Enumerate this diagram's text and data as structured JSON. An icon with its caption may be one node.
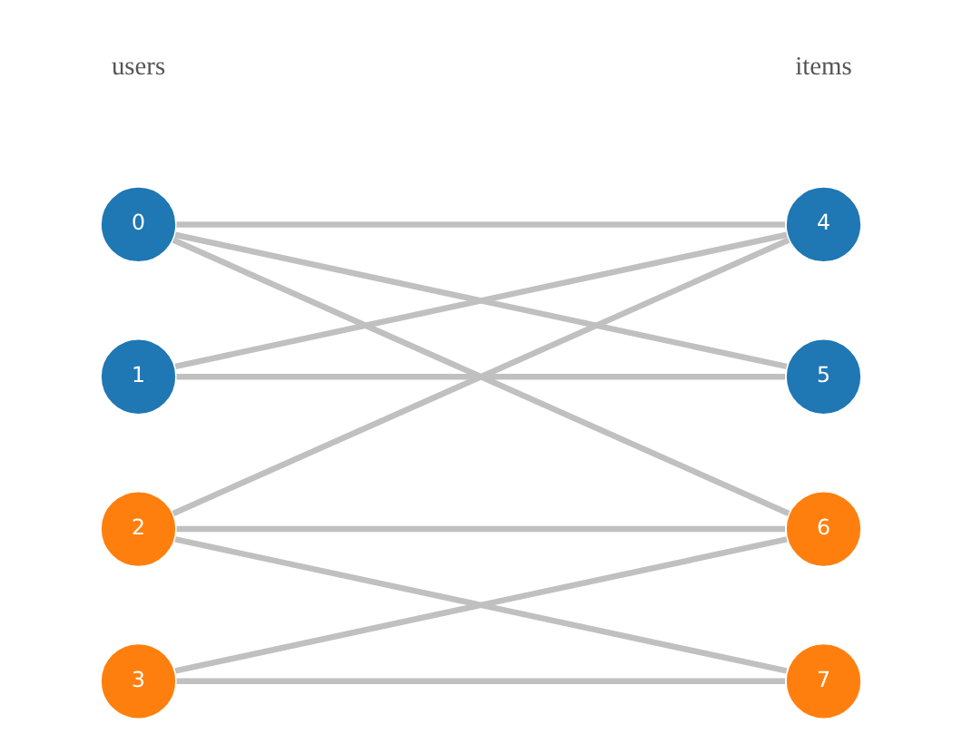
{
  "diagram": {
    "nodes": [
      {
        "text": [
          "0"
        ]
      },
      {
        "text": [
          "1"
        ]
      },
      {
        "text": [
          "2"
        ]
      },
      {
        "text": [
          "3"
        ]
      },
      {
        "text": [
          "4"
        ]
      },
      {
        "text": [
          "5"
        ]
      },
      {
        "text": [
          "6"
        ]
      },
      {
        "text": [
          "7"
        ]
      }
    ],
    "edges": [
      {
        "from": 0,
        "to": 4,
        "arrow": "none"
      },
      {
        "from": 0,
        "to": 5,
        "arrow": "none"
      },
      {
        "from": 0,
        "to": 6,
        "arrow": "none"
      },
      {
        "from": 1,
        "to": 4,
        "arrow": "none"
      },
      {
        "from": 1,
        "to": 5,
        "arrow": "none"
      },
      {
        "from": 2,
        "to": 4,
        "arrow": "none"
      },
      {
        "from": 2,
        "to": 6,
        "arrow": "none"
      },
      {
        "from": 2,
        "to": 7,
        "arrow": "none"
      },
      {
        "from": 3,
        "to": 6,
        "arrow": "none"
      },
      {
        "from": 3,
        "to": 7,
        "arrow": "none"
      }
    ],
    "labels": [
      "users",
      "items"
    ]
  }
}
